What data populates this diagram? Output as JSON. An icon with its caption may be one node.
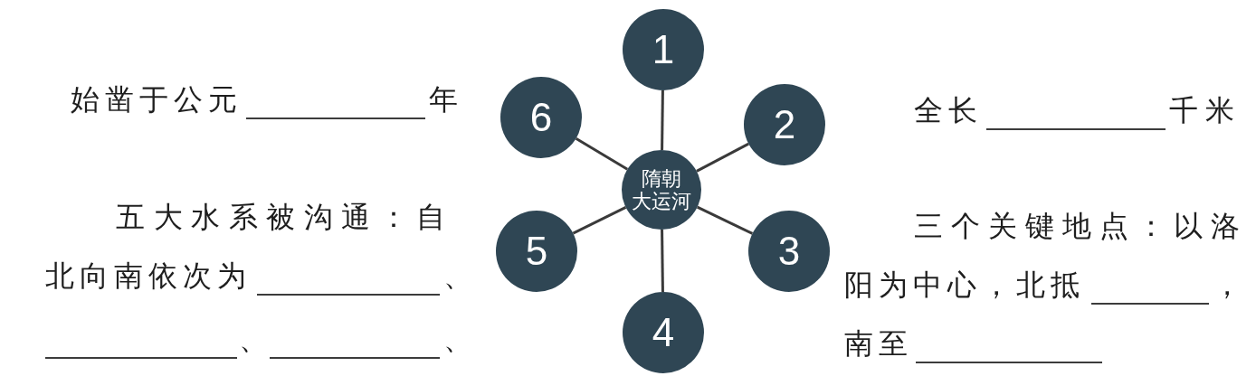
{
  "diagram": {
    "nodes": [
      {
        "text": [
          "1"
        ]
      },
      {
        "text": [
          "6"
        ]
      },
      {
        "text": [
          "2"
        ]
      },
      {
        "text": [
          "隋朝大运河"
        ]
      },
      {
        "text": [
          "5"
        ]
      },
      {
        "text": [
          "3"
        ]
      },
      {
        "text": [
          "4"
        ]
      }
    ],
    "edges": [
      {
        "from": 3,
        "to": 0,
        "arrow": "none"
      },
      {
        "from": 3,
        "to": 1,
        "arrow": "none"
      },
      {
        "from": 3,
        "to": 2,
        "arrow": "none"
      },
      {
        "from": 3,
        "to": 4,
        "arrow": "none"
      },
      {
        "from": 3,
        "to": 5,
        "arrow": "none"
      },
      {
        "from": 3,
        "to": 6,
        "arrow": "none"
      }
    ],
    "labels": [
      "始凿于公元",
      "年",
      "全长",
      "千米",
      "五大水系被沟通：自",
      "北向南依次为",
      "、",
      "、",
      "、",
      "三个关键地点：以洛",
      "阳为中心，北抵",
      "，",
      "南至"
    ]
  }
}
